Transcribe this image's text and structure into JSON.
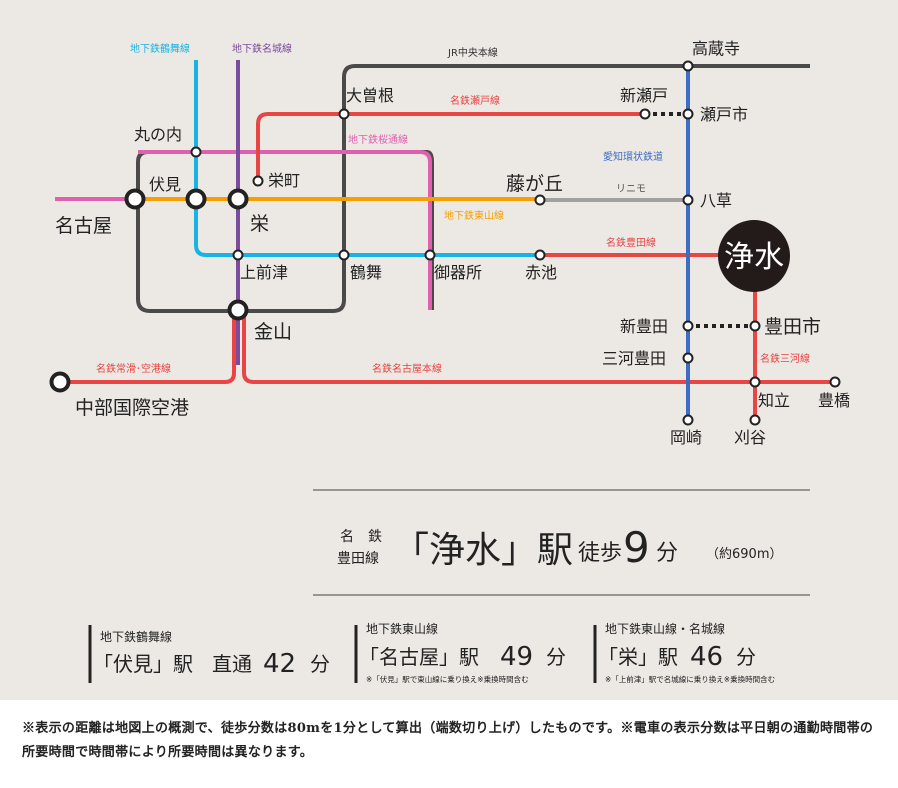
{
  "lines": {
    "tsurumai": "地下鉄鶴舞線",
    "meijo": "地下鉄名城線",
    "chuo": "JR中央本線",
    "seto": "名鉄瀬戸線",
    "sakuradori": "地下鉄桜通線",
    "aikan": "愛知環状鉄道",
    "linimo": "リニモ",
    "higashiyama": "地下鉄東山線",
    "toyota": "名鉄豊田線",
    "tokoname": "名鉄常滑･空港線",
    "nagoya_honsen": "名鉄名古屋本線",
    "mikawa": "名鉄三河線"
  },
  "stations": {
    "kozoji": "高蔵寺",
    "ozone": "大曽根",
    "shinseto": "新瀬戸",
    "setoshi": "瀬戸市",
    "marunouchi": "丸の内",
    "sakaemachi": "栄町",
    "fushimi": "伏見",
    "sakae": "栄",
    "nagoya": "名古屋",
    "fujigaoka": "藤が丘",
    "yakusa": "八草",
    "josui": "浄水",
    "kamimaezu": "上前津",
    "tsurumai": "鶴舞",
    "gokiso": "御器所",
    "akaike": "赤池",
    "kanayama": "金山",
    "shintoyota": "新豊田",
    "toyotashi": "豊田市",
    "mikawatoyota": "三河豊田",
    "centrair": "中部国際空港",
    "chiryu": "知立",
    "toyohashi": "豊橋",
    "okazaki": "岡崎",
    "kariya": "刈谷"
  },
  "headline": {
    "line_top": "名　鉄",
    "line_bottom": "豊田線",
    "station": "「浄水」駅",
    "walk_label": "徒歩",
    "walk_minutes": "9",
    "minute_unit": "分",
    "distance": "（約690m）"
  },
  "routes": [
    {
      "line": "地下鉄鶴舞線",
      "station": "「伏見」駅",
      "mode": "直通",
      "minutes": "42",
      "unit": "分",
      "note": ""
    },
    {
      "line": "地下鉄東山線",
      "station": "「名古屋」駅",
      "mode": "",
      "minutes": "49",
      "unit": "分",
      "note": "※「伏見」駅で東山線に乗り換え※乗換時間含む"
    },
    {
      "line": "地下鉄東山線・名城線",
      "station": "「栄」駅",
      "mode": "",
      "minutes": "46",
      "unit": "分",
      "note": "※「上前津」駅で名城線に乗り換え※乗換時間含む"
    }
  ],
  "footer_note": "※表示の距離は地図上の概測で、徒歩分数は80mを1分として算出（端数切り上げ）したものです。※電車の表示分数は平日朝の通勤時間帯の所要時間で時間帯により所要時間は異なります。",
  "colors": {
    "background": "#ece9e4",
    "tsurumai": "#19b4e4",
    "meijo": "#7b4c9d",
    "chuo": "#4a4a4a",
    "meitetsu": "#e84545",
    "sakuradori": "#e060b0",
    "aikan": "#3c6cc4",
    "linimo": "#a0a0a0",
    "higashiyama": "#f5a000",
    "josui_circle": "#231a1a"
  }
}
